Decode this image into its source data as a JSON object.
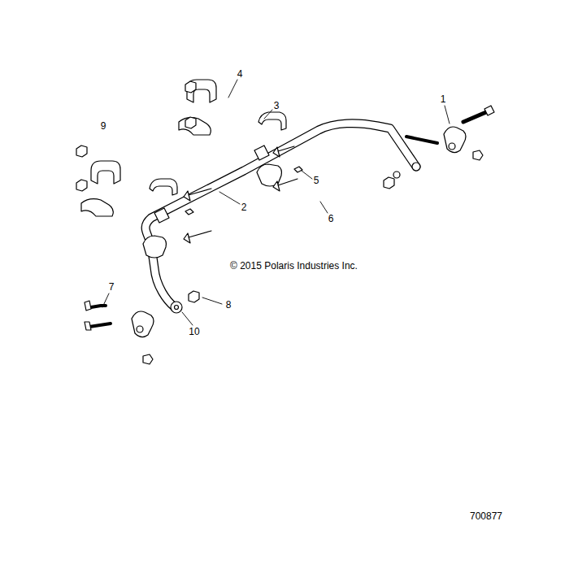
{
  "diagram": {
    "labels": [
      "4",
      "1",
      "3",
      "9",
      "5",
      "2",
      "6",
      "© 2015 Polaris Industries Inc.",
      "7",
      "8",
      "10",
      "700877"
    ]
  }
}
